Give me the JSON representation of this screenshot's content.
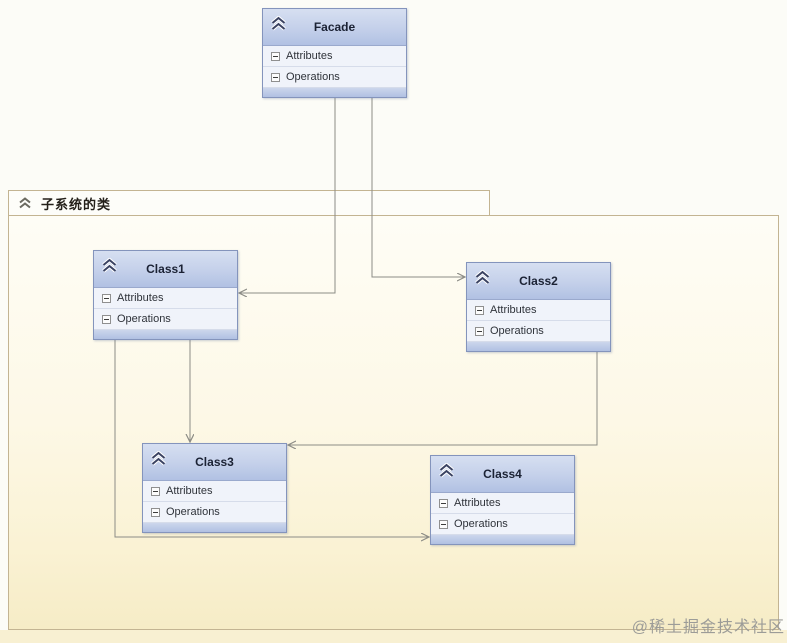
{
  "diagram": {
    "group": {
      "label": "子系统的类"
    },
    "nodes": [
      {
        "id": "facade",
        "title": "Facade",
        "sections": [
          "Attributes",
          "Operations"
        ]
      },
      {
        "id": "class1",
        "title": "Class1",
        "sections": [
          "Attributes",
          "Operations"
        ]
      },
      {
        "id": "class2",
        "title": "Class2",
        "sections": [
          "Attributes",
          "Operations"
        ]
      },
      {
        "id": "class3",
        "title": "Class3",
        "sections": [
          "Attributes",
          "Operations"
        ]
      },
      {
        "id": "class4",
        "title": "Class4",
        "sections": [
          "Attributes",
          "Operations"
        ]
      }
    ],
    "connectors": [
      {
        "from": "Facade",
        "to": "Class1"
      },
      {
        "from": "Facade",
        "to": "Class2"
      },
      {
        "from": "Class1",
        "to": "Class3"
      },
      {
        "from": "Class1",
        "to": "Class4"
      },
      {
        "from": "Class2",
        "to": "Class3"
      }
    ],
    "icons": {
      "collapse_chevron": "double-chevron-up",
      "section_collapse": "minus-box"
    },
    "watermark": "@稀土掘金技术社区"
  },
  "colors": {
    "node_header_top": "#d6dff1",
    "node_header_bottom": "#b1c1e3",
    "node_border": "#8494bc",
    "group_border": "#c3b492",
    "group_fill_bottom": "#f6ecc6",
    "connector": "#8c8c86",
    "watermark_text": "#9c9c98"
  }
}
